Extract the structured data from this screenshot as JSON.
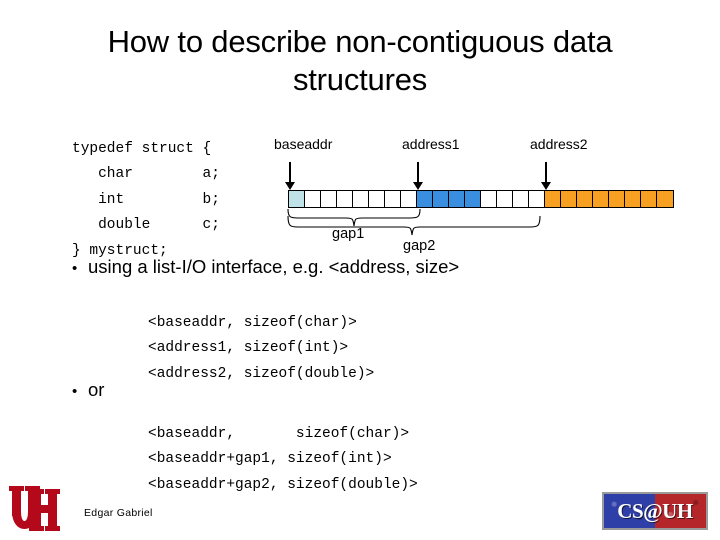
{
  "slide": {
    "title": "How to describe non-contiguous data structures",
    "author": "Edgar Gabriel"
  },
  "code_struct": {
    "lines": [
      "typedef struct {",
      "   char        a;",
      "   int         b;",
      "   double      c;",
      "} mystruct;"
    ],
    "text": "typedef struct {\n   char        a;\n   int         b;\n   double      c;\n} mystruct;"
  },
  "memory_diagram": {
    "pointers": [
      {
        "label": "baseaddr",
        "cell_index": 0
      },
      {
        "label": "address1",
        "cell_index": 8
      },
      {
        "label": "address2",
        "cell_index": 16
      }
    ],
    "cells": [
      "base",
      "white",
      "white",
      "white",
      "white",
      "white",
      "white",
      "white",
      "blue",
      "blue",
      "blue",
      "blue",
      "white",
      "white",
      "white",
      "white",
      "orange",
      "orange",
      "orange",
      "orange",
      "orange",
      "orange",
      "orange",
      "orange"
    ],
    "gaps": [
      {
        "label": "gap1",
        "from": "baseaddr",
        "to": "address1"
      },
      {
        "label": "gap2",
        "from": "baseaddr",
        "to": "address2"
      }
    ],
    "colors": {
      "base": "#bfe1e8",
      "blue": "#3a8ee0",
      "orange": "#f7a022",
      "white": "#ffffff",
      "outline": "#000000"
    }
  },
  "bullets": {
    "first": {
      "marker": "•",
      "text": "using a list-I/O interface, e.g. <address, size>"
    },
    "second": {
      "marker": "•",
      "text": "or"
    }
  },
  "code_list_1": {
    "lines": [
      "<baseaddr, sizeof(char)>",
      "<address1, sizeof(int)>",
      "<address2, sizeof(double)>"
    ],
    "text": "<baseaddr, sizeof(char)>\n<address1, sizeof(int)>\n<address2, sizeof(double)>"
  },
  "code_list_2": {
    "lines": [
      "<baseaddr,       sizeof(char)>",
      "<baseaddr+gap1, sizeof(int)>",
      "<baseaddr+gap2, sizeof(double)>"
    ],
    "text": "<baseaddr,       sizeof(char)>\n<baseaddr+gap1, sizeof(int)>\n<baseaddr+gap2, sizeof(double)>"
  },
  "footer": {
    "uh_logo_alt": "UH",
    "csuh_logo_text": "CS@UH"
  }
}
